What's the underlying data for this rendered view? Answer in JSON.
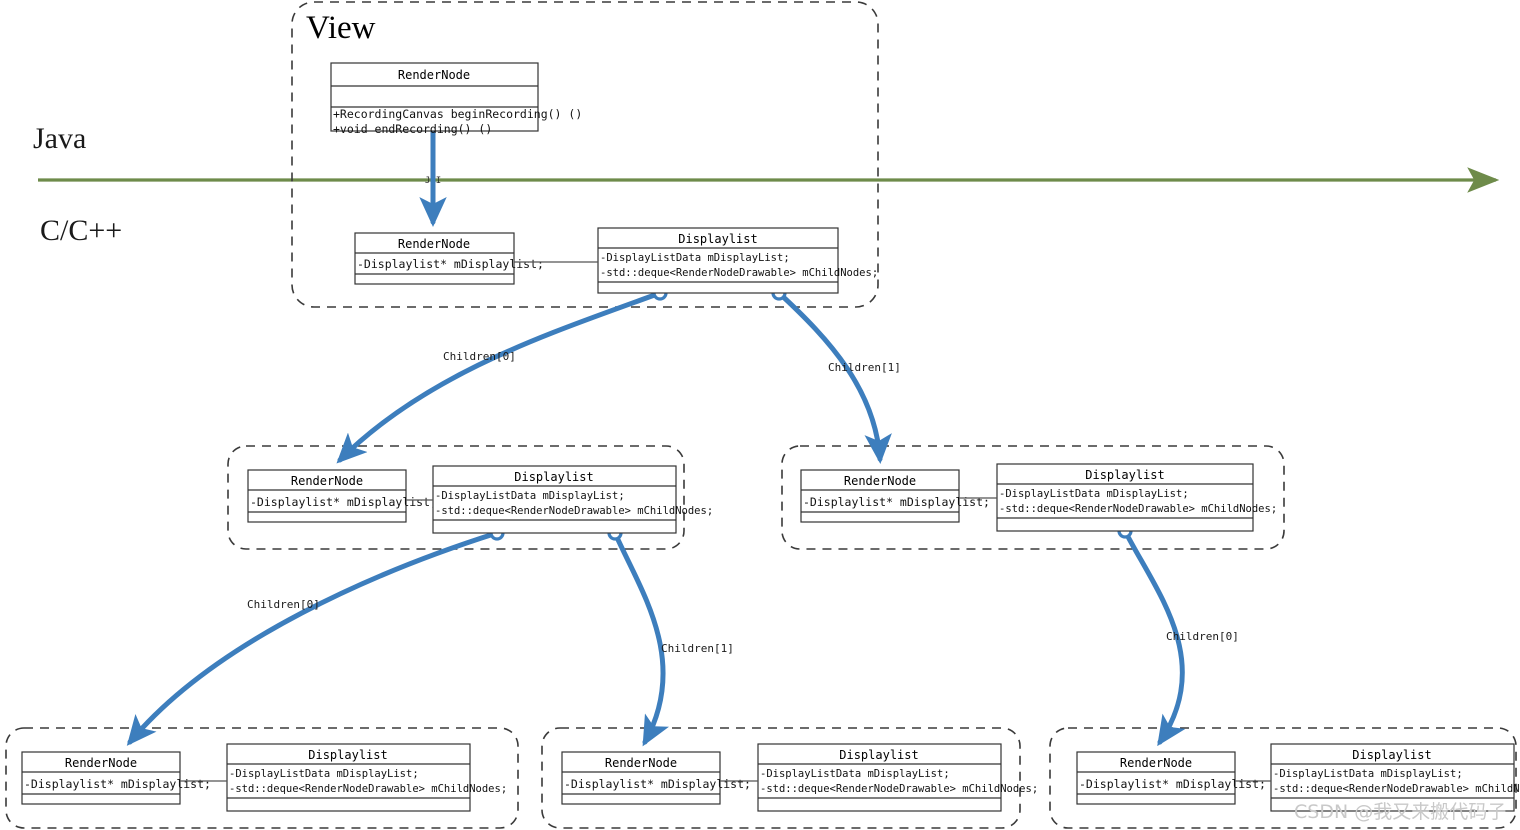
{
  "diagram": {
    "title_view_group": "View",
    "lanes": {
      "upper": "Java",
      "lower": "C/C++",
      "boundary_label": "JNI"
    },
    "watermark": "CSDN @我又来搬代码子",
    "colors": {
      "flow_arrow": "#3d7ebd",
      "lane_divider": "#6e8b4a",
      "box_stroke": "#333333",
      "group_stroke": "#3a3a3a",
      "background": "#ffffff"
    },
    "class_text": {
      "render_node_title": "RenderNode",
      "displaylist_title": "Displaylist",
      "java_method_1": "+RecordingCanvas beginRecording() ()",
      "java_method_2": "+void endRecording() ()",
      "native_field": "-Displaylist* mDisplaylist;",
      "dl_field_1": "-DisplayListData mDisplayList;",
      "dl_field_2": "-std::deque<RenderNodeDrawable> mChildNodes;"
    },
    "edges": [
      {
        "id": "e1",
        "label": "Children[0]",
        "from": "root-displaylist",
        "to": "lvl1-left"
      },
      {
        "id": "e2",
        "label": "Children[1]",
        "from": "root-displaylist",
        "to": "lvl1-right"
      },
      {
        "id": "e3",
        "label": "Children[0]",
        "from": "lvl1-left-displaylist",
        "to": "lvl2-left"
      },
      {
        "id": "e4",
        "label": "Children[1]",
        "from": "lvl1-left-displaylist",
        "to": "lvl2-mid"
      },
      {
        "id": "e5",
        "label": "Children[0]",
        "from": "lvl1-right-displaylist",
        "to": "lvl2-right"
      }
    ],
    "groups": [
      {
        "id": "root",
        "title": "View"
      },
      {
        "id": "lvl1-left",
        "title": ""
      },
      {
        "id": "lvl1-right",
        "title": ""
      },
      {
        "id": "lvl2-left",
        "title": ""
      },
      {
        "id": "lvl2-mid",
        "title": ""
      },
      {
        "id": "lvl2-right",
        "title": ""
      }
    ]
  }
}
